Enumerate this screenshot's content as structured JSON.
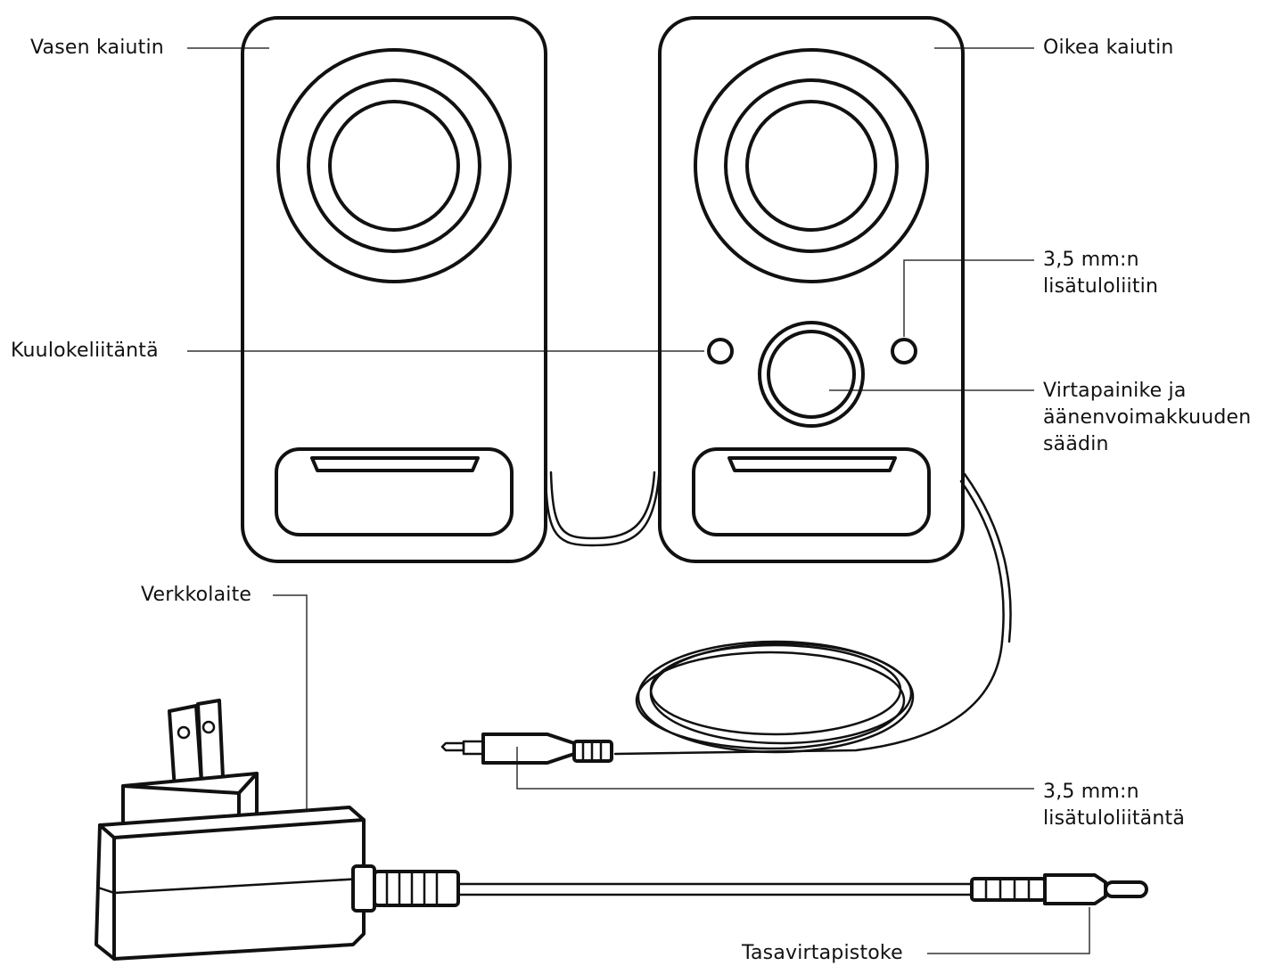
{
  "labels": {
    "left_speaker": "Vasen kaiutin",
    "right_speaker": "Oikea kaiutin",
    "aux_in_port": [
      "3,5 mm:n",
      "lisätuloliitin"
    ],
    "headphone_jack": "Kuulokeliitäntä",
    "power_volume": [
      "Virtapainike ja",
      "äänenvoimakkuuden",
      "säädin"
    ],
    "power_adapter": "Verkkolaite",
    "aux_in_plug": [
      "3,5 mm:n",
      "lisätuloliitäntä"
    ],
    "dc_plug": "Tasavirtapistoke"
  },
  "colors": {
    "ink": "#111111",
    "background": "#ffffff"
  }
}
